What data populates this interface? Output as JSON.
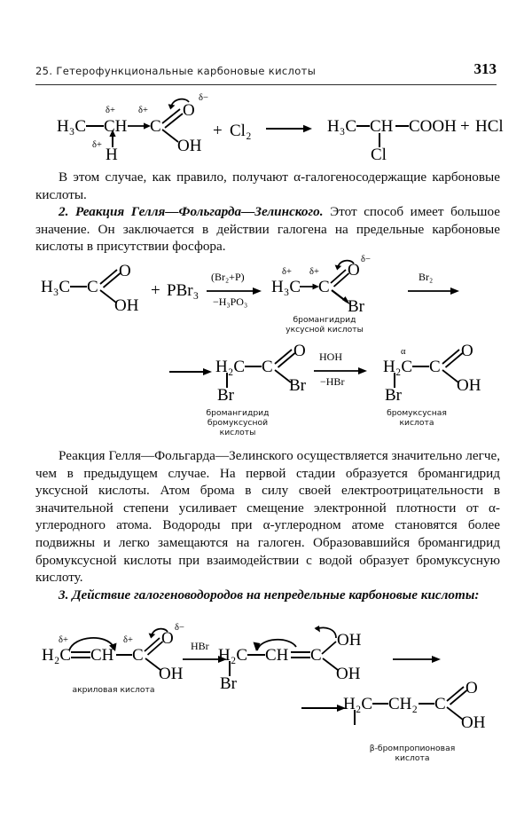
{
  "page": {
    "running_head": "25. Гетерофункциональные карбоновые кислоты",
    "folio": "313"
  },
  "paragraphs": {
    "p1": "В этом случае, как правило, получают α-галогеносодержащие карбоновые кислоты.",
    "p2_runin": "2. Реакция Гелля—Фольгарда—Зелинского.",
    "p2_rest": " Этот способ имеет большое значение. Он заключается в действии галогена на предельные карбоновые кислоты в присутствии фосфора.",
    "p3": "Реакция Гелля—Фольгарда—Зелинского осуществляется значительно легче, чем в предыдущем случае. На первой стадии образуется бромангидрид уксусной кислоты. Атом брома в силу своей електроотрицательности в значительной степени усиливает смещение электронной плотности от α-углеродного атома. Водороды при α-углеродном атоме становятся более подвижны и легко замещаются на галоген. Образовавшийся бромангидрид бромуксусной кислоты при взаимодействии с водой образует бромуксусную кислоту.",
    "p4_runin": "3. Действие галогеноводородов на непредельные карбоновые кислоты:"
  },
  "scheme1": {
    "reactant": {
      "h3c": "H₃C",
      "ch": "CH",
      "c": "C",
      "o": "O",
      "oh": "OH",
      "h_below": "H",
      "delta_ch": "δ+",
      "delta_c": "δ+",
      "delta_o": "δ−",
      "delta_h": "δ+"
    },
    "plus": "+",
    "reagent": "Cl₂",
    "product": {
      "h3c": "H₃C",
      "ch": "CH",
      "cooh": "COOH",
      "cl": "Cl"
    },
    "plus2": "+",
    "byproduct": "HCl"
  },
  "scheme2": {
    "row1": {
      "acetic": {
        "h3c": "H₃C",
        "c": "C",
        "o": "O",
        "oh": "OH"
      },
      "plus": "+",
      "pbr3": "PBr₃",
      "cond_above": "(Br₂+P)",
      "cond_below": "−H₃PO₃",
      "bromide": {
        "h3c": "H₃C",
        "c": "C",
        "o": "O",
        "br": "Br",
        "delta_h3c": "δ+",
        "delta_c": "δ+",
        "delta_o": "δ−"
      },
      "bromide_caption_l1": "бромангидрид",
      "bromide_caption_l2": "уксусной кислоты",
      "cond2_above": "Br₂"
    },
    "row2": {
      "bromoacetyl": {
        "h2c": "H₂C",
        "c": "C",
        "o": "O",
        "br_right": "Br",
        "br_down": "Br"
      },
      "caption_l1": "бромангидрид",
      "caption_l2": "бромуксусной",
      "caption_l3": "кислоты",
      "cond_above": "HOH",
      "cond_below": "−HBr",
      "bromoacetic": {
        "h2c": "H₂C",
        "alpha": "α",
        "c": "C",
        "o": "O",
        "oh": "OH",
        "br_down": "Br"
      },
      "product_caption_l1": "бромуксусная",
      "product_caption_l2": "кислота"
    }
  },
  "scheme3": {
    "acrylic": {
      "h2c": "H₂C",
      "ch": "CH",
      "c": "C",
      "o": "O",
      "oh": "OH",
      "delta_h2c": "δ+",
      "delta_c": "δ+",
      "delta_o": "δ−"
    },
    "acrylic_caption": "акриловая кислота",
    "cond_hbr": "HBr",
    "enol": {
      "h2c": "H₂C",
      "ch": "CH",
      "c": "C",
      "oh_up": "OH",
      "oh_down": "OH",
      "br_down": "Br"
    },
    "final": {
      "h2c": "H₂C",
      "ch2": "CH₂",
      "c": "C",
      "o": "O",
      "oh": "OH"
    },
    "final_caption_l1": "β-бромпропионовая",
    "final_caption_l2": "кислота"
  }
}
